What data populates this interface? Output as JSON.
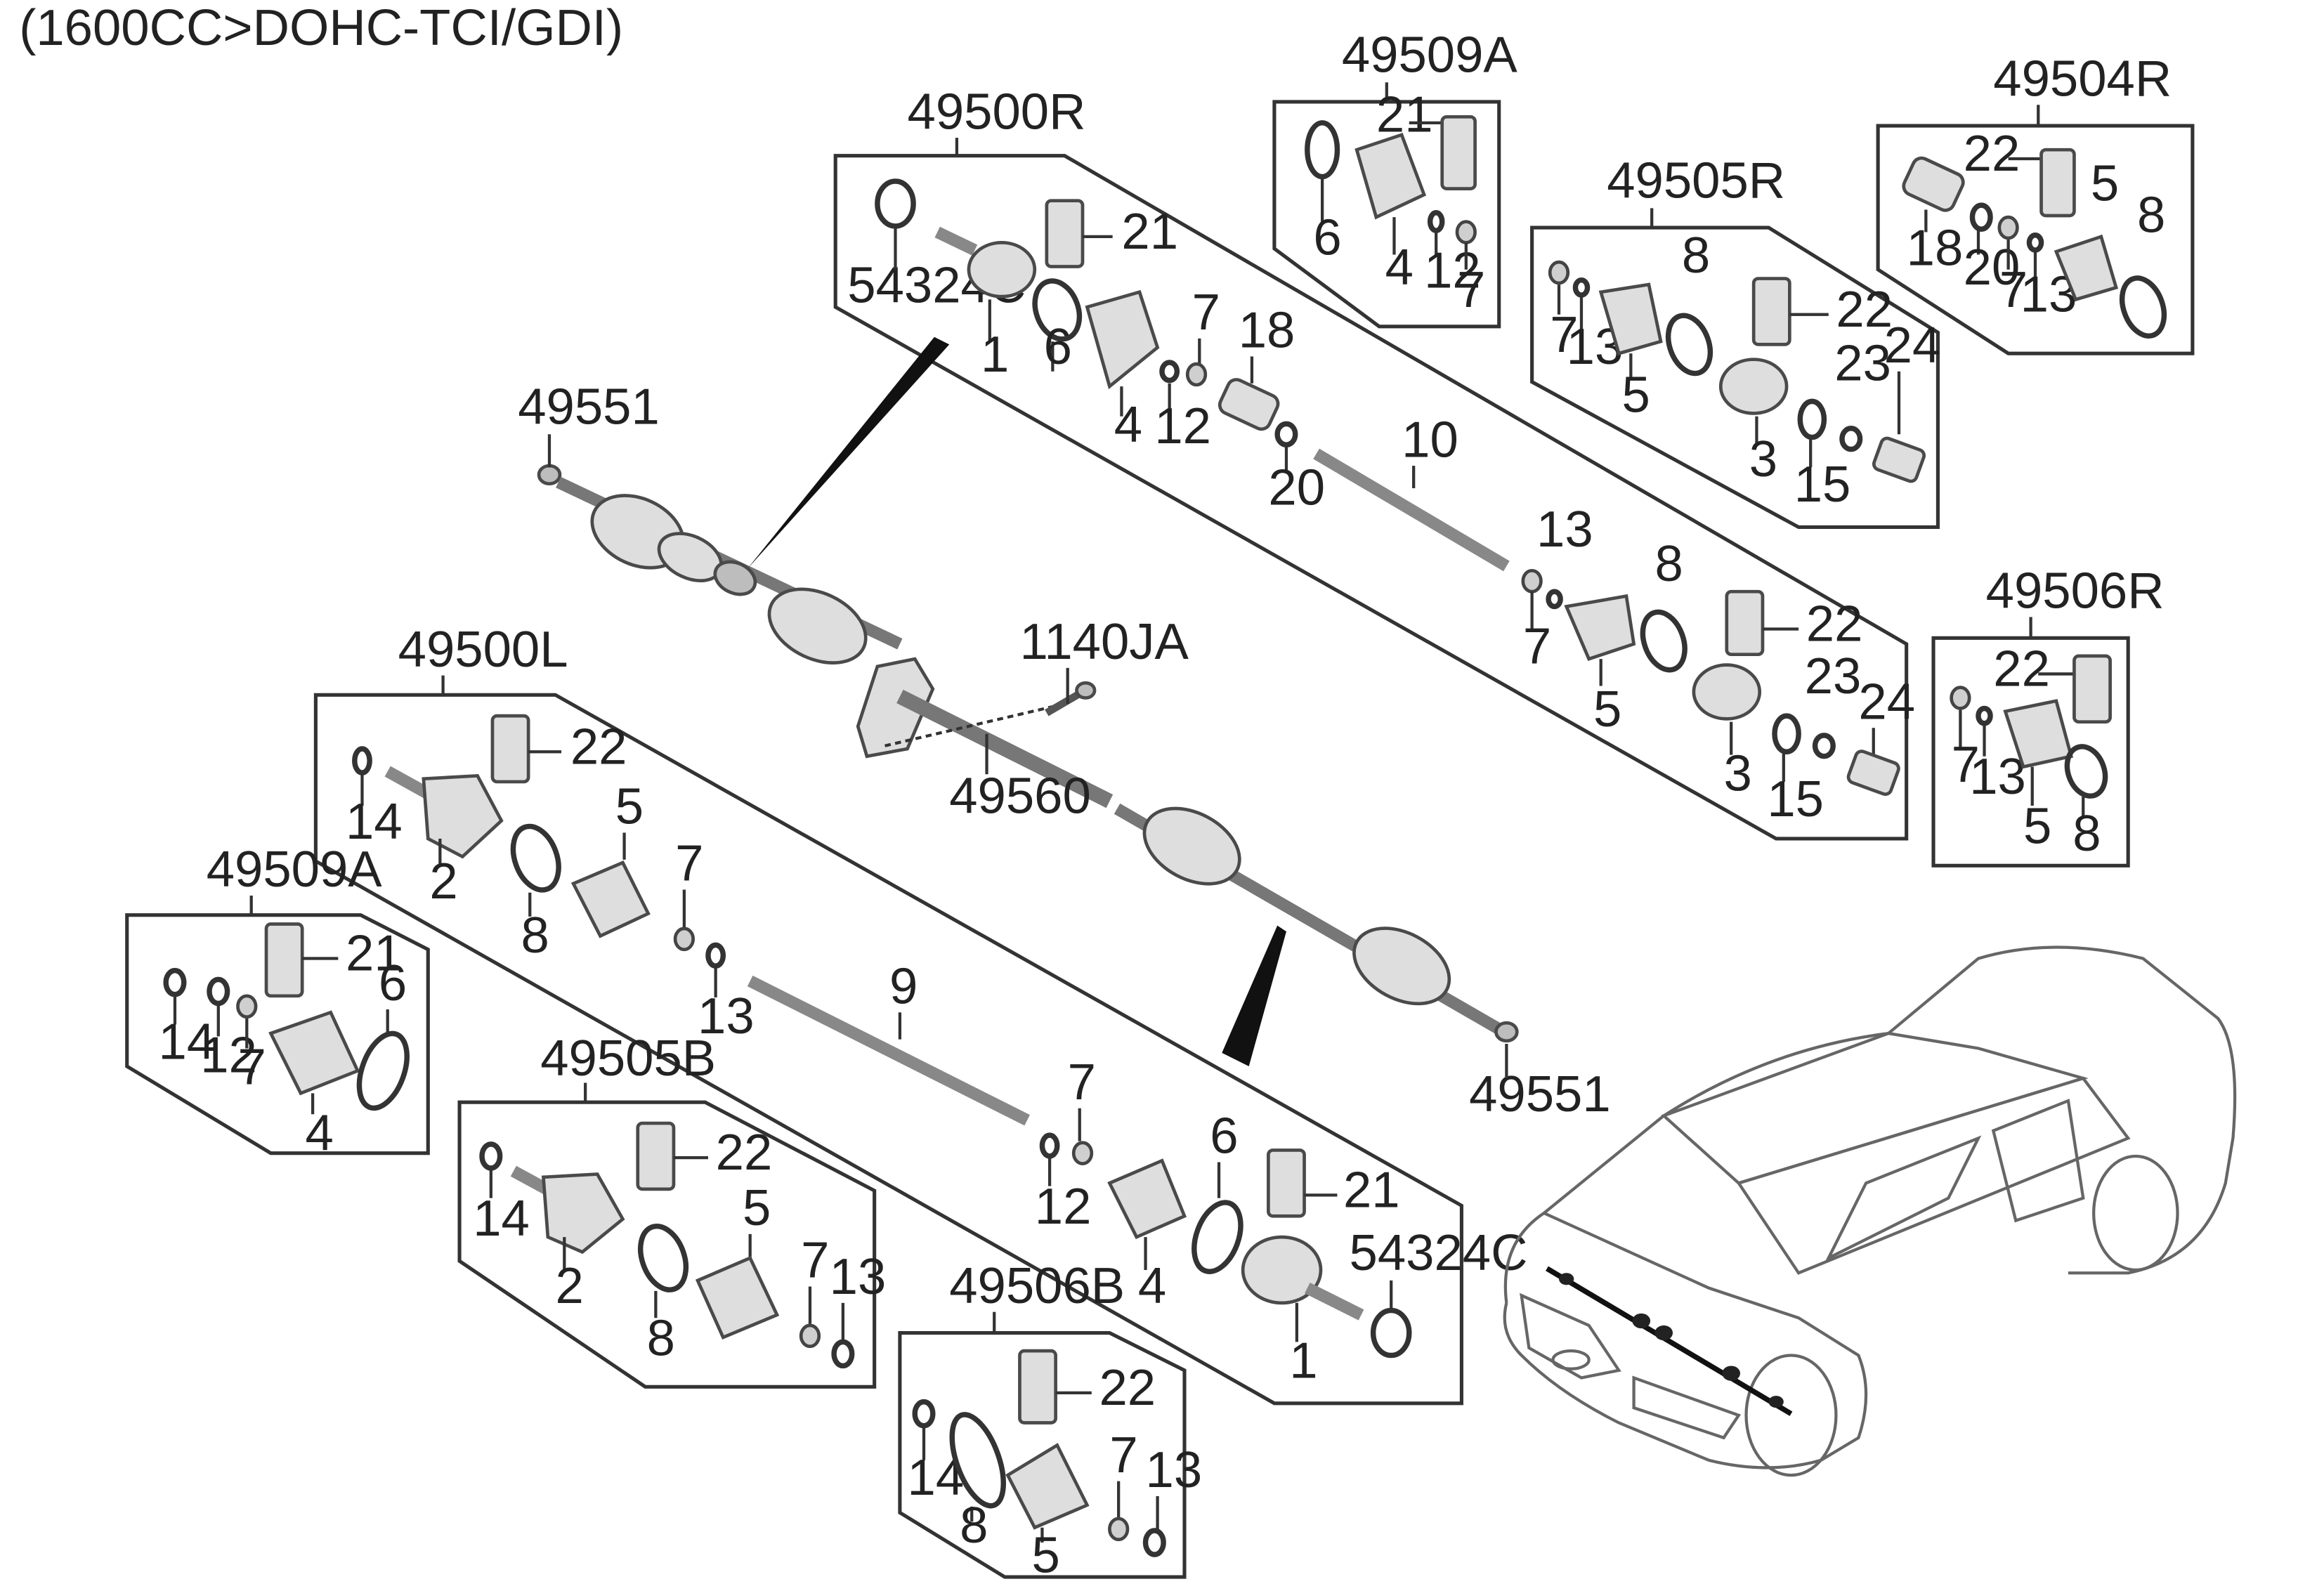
{
  "header": {
    "title": "(1600CC>DOHC-TCI/GDI)"
  },
  "groups": {
    "g49500R": "49500R",
    "g49509A_top": "49509A",
    "g49505R": "49505R",
    "g49504R": "49504R",
    "g49506R": "49506R",
    "g49500L": "49500L",
    "g49509A_left": "49509A",
    "g49505B": "49505B",
    "g49506B": "49506B"
  },
  "callouts": {
    "c49551_top": "49551",
    "c49551_bottom": "49551",
    "c1140JA": "1140JA",
    "c49560": "49560",
    "c54324C_top": "54324C",
    "c54324C_bottom": "54324C"
  },
  "parts": {
    "R_21": "21",
    "R_1": "1",
    "R_6": "6",
    "R_4": "4",
    "R_7a": "7",
    "R_12": "12",
    "R_18": "18",
    "R_20": "20",
    "R_10": "10",
    "R_13": "13",
    "R_7b": "7",
    "R_8": "8",
    "R_5": "5",
    "R_22": "22",
    "R_3": "3",
    "R_15": "15",
    "R_23": "23",
    "R_24": "24",
    "A_21": "21",
    "A_6": "6",
    "A_4": "4",
    "A_12": "12",
    "A_7": "7",
    "B_7": "7",
    "B_13": "13",
    "B_8": "8",
    "B_22": "22",
    "B_5": "5",
    "B_3": "3",
    "B_15": "15",
    "B_23": "23",
    "B_24": "24",
    "C_22": "22",
    "C_5": "5",
    "C_18": "18",
    "C_20": "20",
    "C_7": "7",
    "C_13": "13",
    "C_8": "8",
    "D_22": "22",
    "D_7": "7",
    "D_13": "13",
    "D_5": "5",
    "D_8": "8",
    "L_22": "22",
    "L_14": "14",
    "L_2": "2",
    "L_5": "5",
    "L_8": "8",
    "L_7a": "7",
    "L_13": "13",
    "L_9": "9",
    "L_7b": "7",
    "L_12": "12",
    "L_6": "6",
    "L_21": "21",
    "L_4": "4",
    "L_1": "1",
    "E_21": "21",
    "E_6": "6",
    "E_14": "14",
    "E_12": "12",
    "E_7": "7",
    "E_4": "4",
    "F_22": "22",
    "F_14": "14",
    "F_5": "5",
    "F_2": "2",
    "F_8": "8",
    "F_7": "7",
    "F_13": "13",
    "G_22": "22",
    "G_14": "14",
    "G_8": "8",
    "G_5": "5",
    "G_7": "7",
    "G_13": "13"
  }
}
